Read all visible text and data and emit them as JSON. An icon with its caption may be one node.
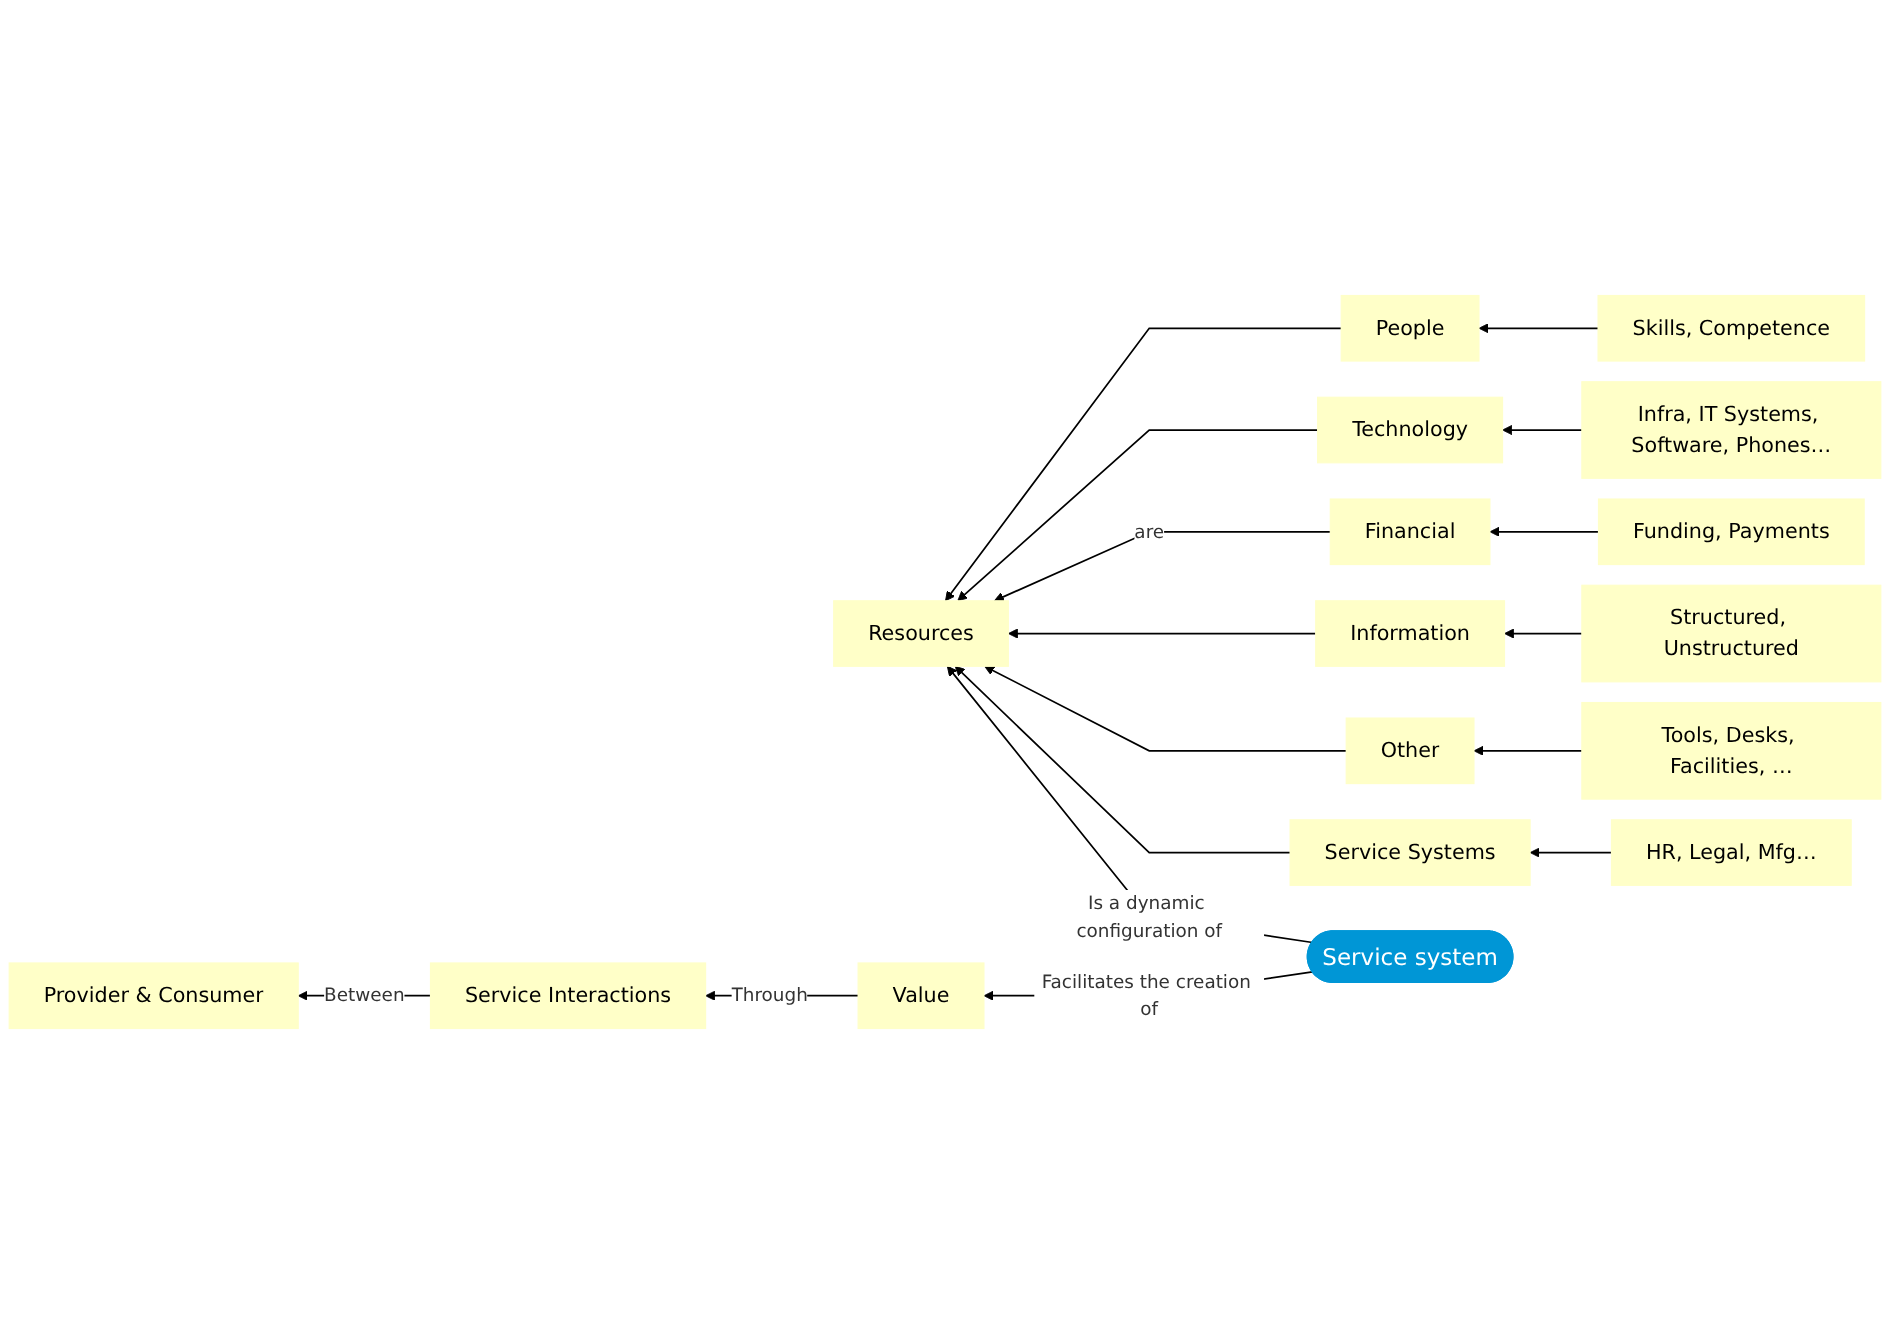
{
  "diagram": {
    "nodes": [
      {
        "text": [
          "Resources"
        ]
      },
      {
        "text": [
          "People"
        ]
      },
      {
        "text": [
          "Technology"
        ]
      },
      {
        "text": [
          "Financial"
        ]
      },
      {
        "text": [
          "Information"
        ]
      },
      {
        "text": [
          "Other"
        ]
      },
      {
        "text": [
          "Service Systems"
        ]
      },
      {
        "text": [
          "Skills, Competence"
        ]
      },
      {
        "text": [
          "Infra, IT Systems, Software, Phones…"
        ]
      },
      {
        "text": [
          "Funding, Payments"
        ]
      },
      {
        "text": [
          "Structured, Unstructured"
        ]
      },
      {
        "text": [
          "Tools, Desks, Facilities, …"
        ]
      },
      {
        "text": [
          "HR, Legal, Mfg…"
        ]
      },
      {
        "text": [
          "Service system"
        ]
      },
      {
        "text": [
          "Value"
        ]
      },
      {
        "text": [
          "Service Interactions"
        ]
      },
      {
        "text": [
          "Provider & Consumer"
        ]
      }
    ],
    "edges": [
      {
        "from": 13,
        "to": 0,
        "arrow": "to",
        "label": "Is a dynamic configuration of"
      },
      {
        "from": 1,
        "to": 0,
        "arrow": "to"
      },
      {
        "from": 2,
        "to": 0,
        "arrow": "to"
      },
      {
        "from": 3,
        "to": 0,
        "arrow": "to",
        "label": "are"
      },
      {
        "from": 4,
        "to": 0,
        "arrow": "to"
      },
      {
        "from": 5,
        "to": 0,
        "arrow": "to"
      },
      {
        "from": 6,
        "to": 0,
        "arrow": "to"
      },
      {
        "from": 7,
        "to": 1,
        "arrow": "to"
      },
      {
        "from": 8,
        "to": 2,
        "arrow": "to"
      },
      {
        "from": 9,
        "to": 3,
        "arrow": "to"
      },
      {
        "from": 10,
        "to": 4,
        "arrow": "to"
      },
      {
        "from": 11,
        "to": 5,
        "arrow": "to"
      },
      {
        "from": 12,
        "to": 6,
        "arrow": "to"
      },
      {
        "from": 13,
        "to": 14,
        "arrow": "to",
        "label": "Facilitates the creation of"
      },
      {
        "from": 14,
        "to": 15,
        "arrow": "to",
        "label": "Through"
      },
      {
        "from": 15,
        "to": 16,
        "arrow": "to",
        "label": "Between"
      }
    ]
  }
}
